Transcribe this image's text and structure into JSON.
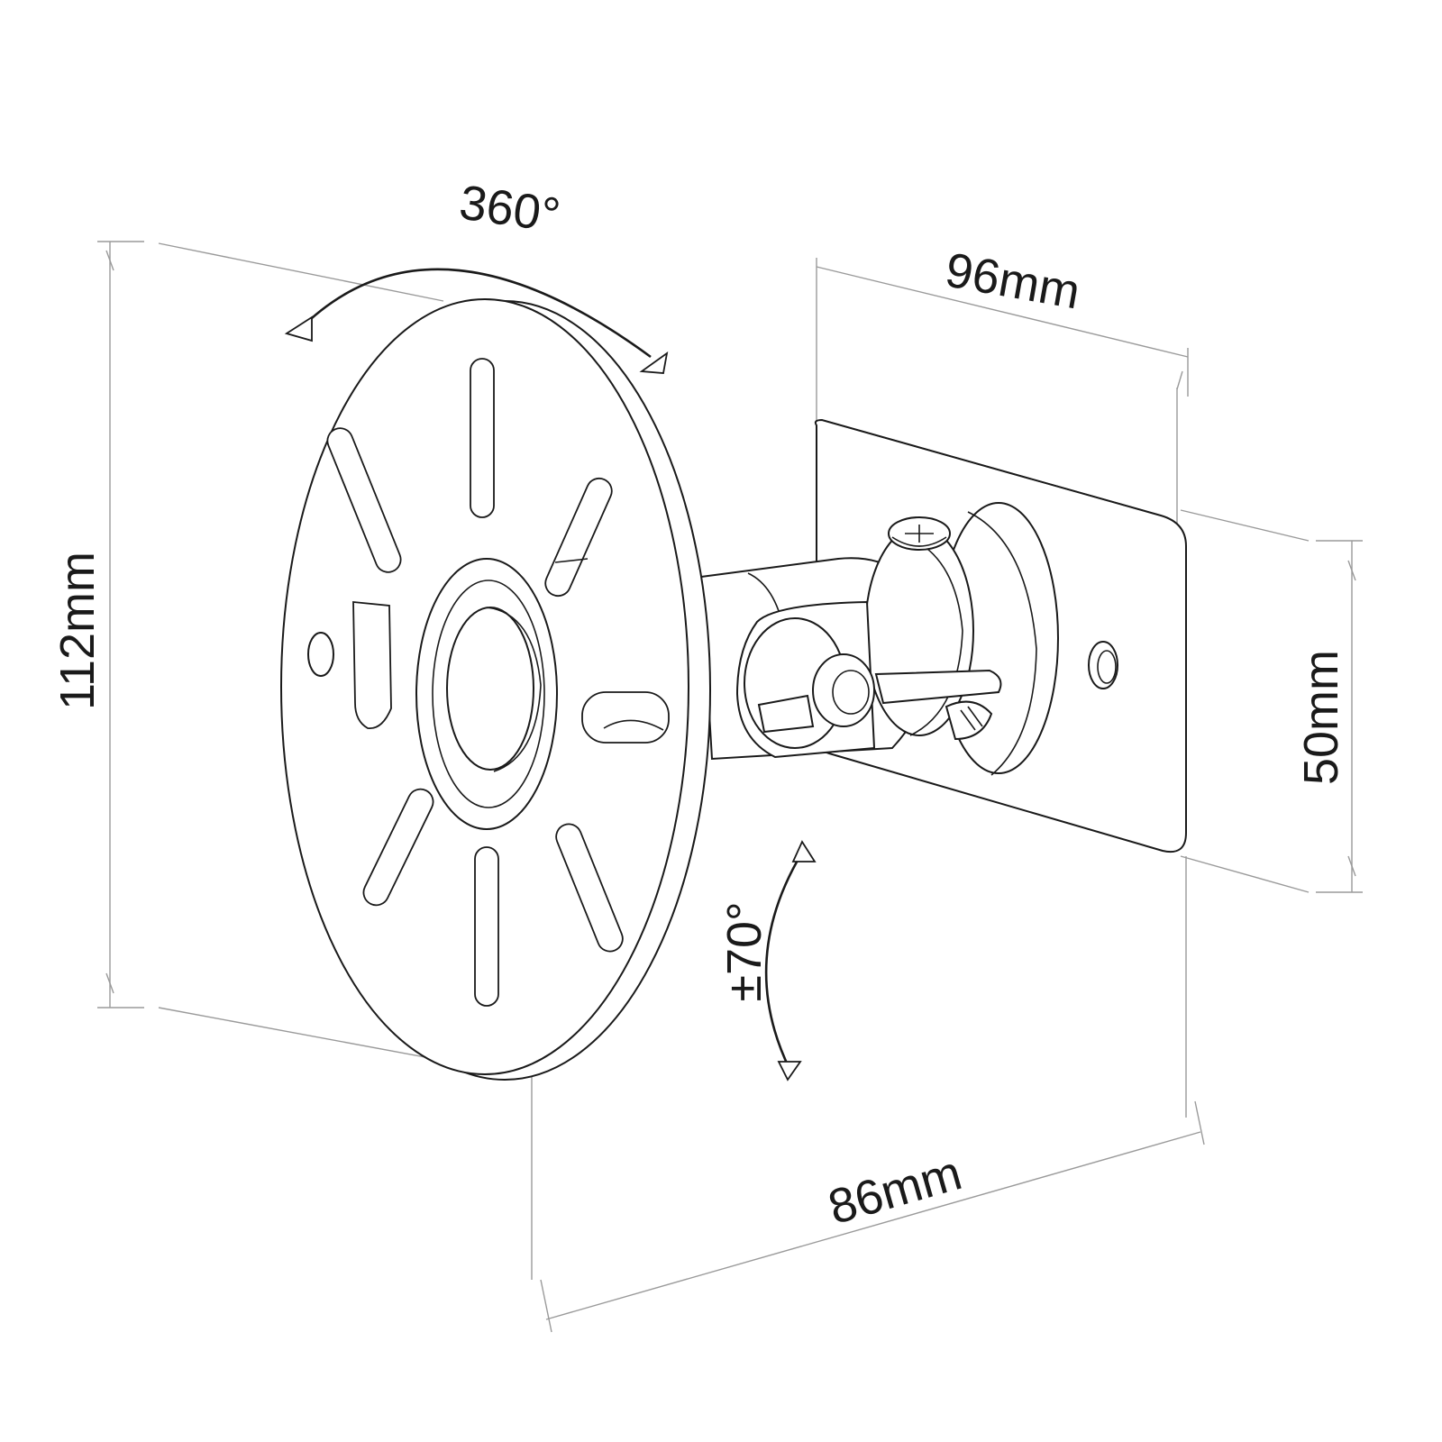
{
  "labels": {
    "rotation": "360°",
    "depth_top": "96mm",
    "height_left": "112mm",
    "height_right": "50mm",
    "tilt": "±70°",
    "depth_bottom": "86mm"
  },
  "colors": {
    "line": "#1a1a1a",
    "dimension": "#9a9a9a",
    "background": "#ffffff"
  }
}
